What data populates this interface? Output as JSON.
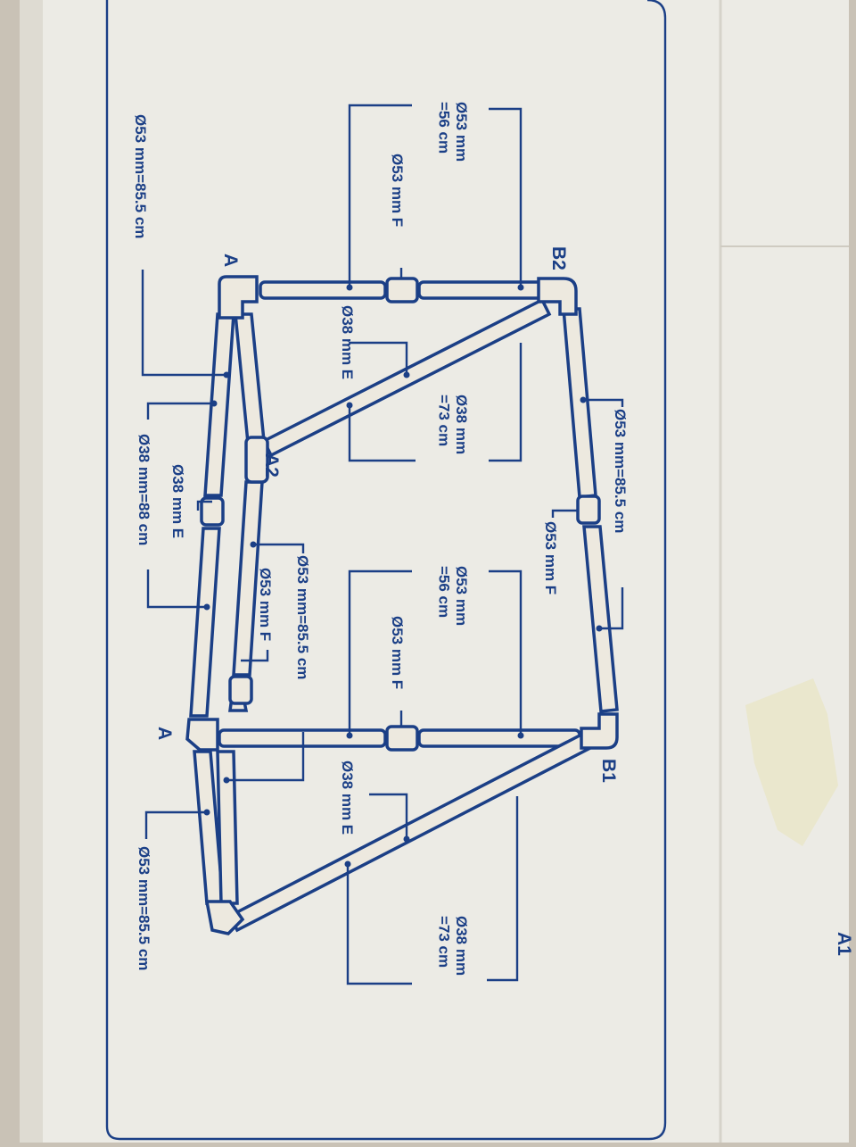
{
  "colors": {
    "ink": "#1b3f86",
    "cardboard": "#ecebe5",
    "background": "#c9c2b6",
    "tape": "#eae6c9"
  },
  "corners": {
    "a_top": "A",
    "a_bottom": "A",
    "a1": "A1",
    "a2": "A2",
    "b1": "B1",
    "b2": "B2"
  },
  "labels": {
    "top_56": "Ø53 mm\n=56 cm",
    "top_f": "Ø53 mm F",
    "top_e": "Ø38 mm E",
    "top_73": "Ø38 mm\n=73 cm",
    "right_855": "Ø53 mm=85.5 cm",
    "right_f": "Ø53 mm F",
    "mid_56": "Ø53 mm\n=56 cm",
    "mid_f": "Ø53 mm F",
    "mid_855": "Ø53 mm=85.5 cm",
    "left_f": "Ø53 mm F",
    "left_e": "Ø38 mm E",
    "left_88": "Ø38 mm=88 cm",
    "left_855": "Ø53 mm=85.5 cm",
    "bottom_e": "Ø38 mm E",
    "bottom_73": "Ø38 mm\n=73 cm",
    "bottom_855": "Ø53 mm=85.5 cm"
  }
}
